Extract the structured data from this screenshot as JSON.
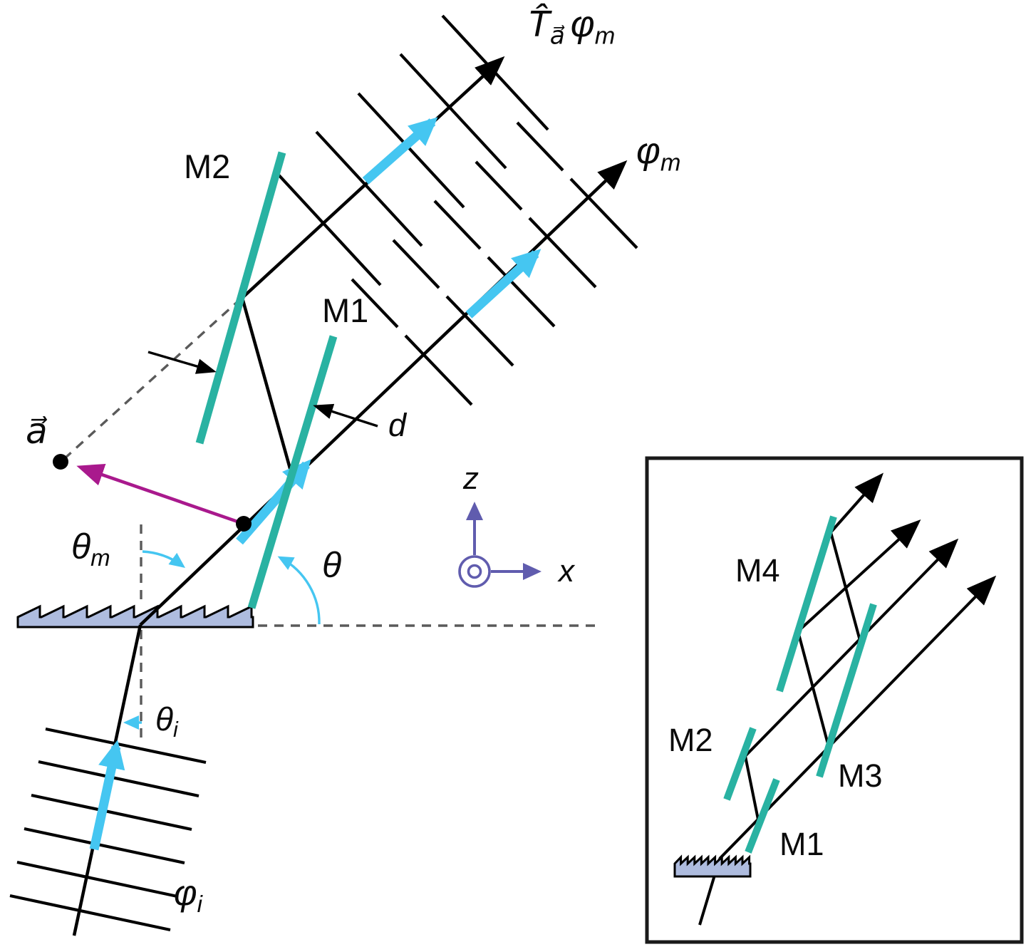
{
  "figure": {
    "main": {
      "labels": {
        "translation_op": "T̂",
        "translation_sub": "a⃗",
        "phi": "φ",
        "sub_m": "m",
        "sub_i": "i",
        "theta": "θ",
        "a_vector": "a⃗",
        "distance": "d",
        "axis_z": "z",
        "axis_x": "x",
        "mirror_m1": "M1",
        "mirror_m2": "M2"
      }
    },
    "inset": {
      "labels": {
        "mirror_m1": "M1",
        "mirror_m2": "M2",
        "mirror_m3": "M3",
        "mirror_m4": "M4"
      }
    },
    "colors": {
      "beam": "#000000",
      "mirror": "#29b2a2",
      "wave_arrow": "#45c6f1",
      "displacement": "#a9198d",
      "axes": "#605cae",
      "grating_fill": "#aebcdf",
      "dashed": "#5a5a5a"
    }
  }
}
